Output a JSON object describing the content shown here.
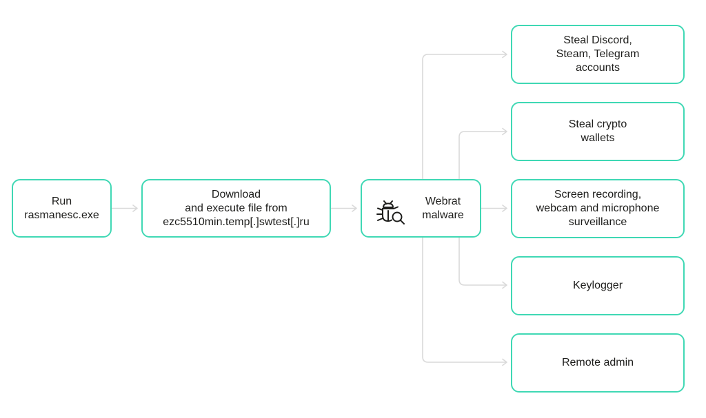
{
  "diagram": {
    "nodes": {
      "run": [
        "Run",
        "rasmanesc.exe"
      ],
      "download": [
        "Download",
        "and execute file from",
        "ezc5510min.temp[.]swtest[.]ru"
      ],
      "webrat": [
        "Webrat",
        "malware"
      ]
    },
    "outputs": [
      [
        "Steal Discord,",
        "Steam, Telegram",
        "accounts"
      ],
      [
        "Steal crypto",
        "wallets"
      ],
      [
        "Screen recording,",
        "webcam and microphone",
        "surveillance"
      ],
      [
        "Keylogger"
      ],
      [
        "Remote admin"
      ]
    ],
    "colors": {
      "box_border": "#3fd8b4",
      "connector": "#d9d9d9",
      "text": "#1d1d1b"
    },
    "icons": {
      "webrat": "bug-search-icon"
    }
  }
}
